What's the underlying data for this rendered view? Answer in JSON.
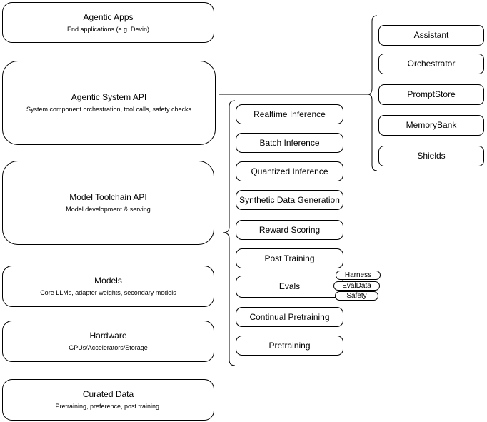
{
  "diagram": {
    "left_stack": [
      {
        "title": "Agentic Apps",
        "subtitle": "End applications (e.g. Devin)"
      },
      {
        "title": "Agentic System API",
        "subtitle": "System component orchestration, tool calls, safety checks"
      },
      {
        "title": "Model Toolchain API",
        "subtitle": "Model development & serving"
      },
      {
        "title": "Models",
        "subtitle": "Core LLMs, adapter weights, secondary models"
      },
      {
        "title": "Hardware",
        "subtitle": "GPUs/Accelerators/Storage"
      },
      {
        "title": "Curated Data",
        "subtitle": "Pretraining, preference, post training."
      }
    ],
    "toolchain_items": [
      "Realtime Inference",
      "Batch Inference",
      "Quantized Inference",
      "Synthetic Data Generation",
      "Reward Scoring",
      "Post Training",
      "Evals",
      "Continual Pretraining",
      "Pretraining"
    ],
    "evals_tags": [
      "Harness",
      "EvalData",
      "Safety"
    ],
    "system_items": [
      "Assistant",
      "Orchestrator",
      "PromptStore",
      "MemoryBank",
      "Shields"
    ],
    "colors": {
      "stroke": "#000000",
      "fill": "#ffffff",
      "text": "#000000",
      "background": "#ffffff"
    }
  }
}
